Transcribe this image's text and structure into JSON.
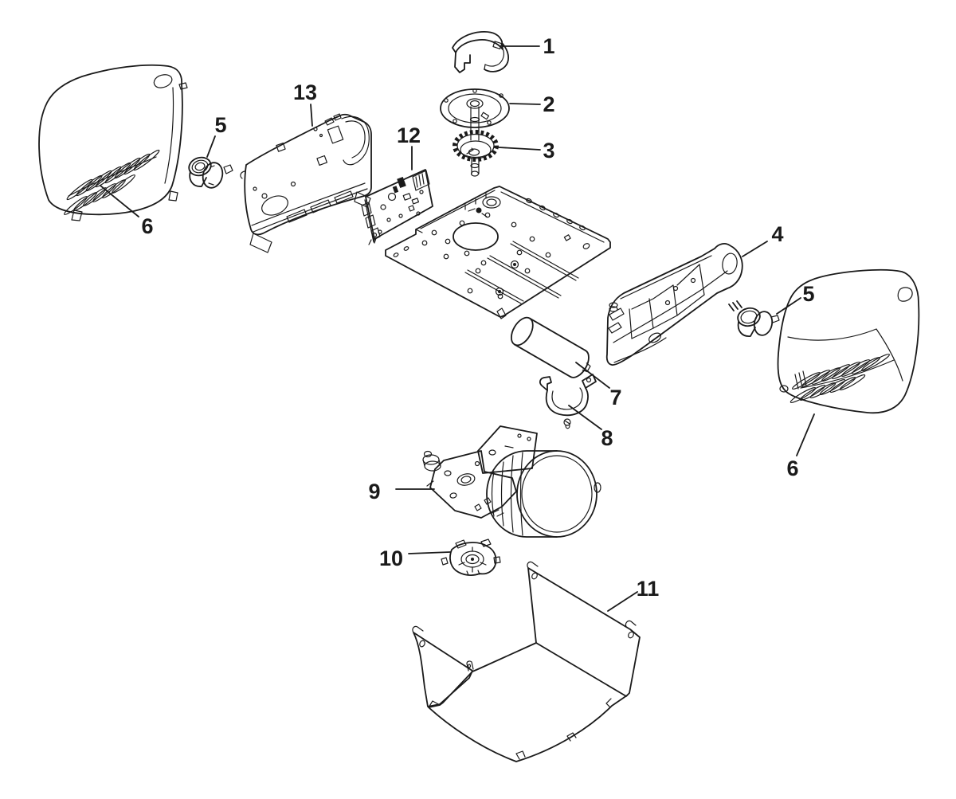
{
  "diagram": {
    "type": "exploded-parts-diagram",
    "subject": "garage-door-opener-power-head",
    "background": "#ffffff",
    "line_color": "#1a1a1a",
    "callouts": {
      "c1": {
        "label": "1",
        "part": "shaft-collar-clamp"
      },
      "c2": {
        "label": "2",
        "part": "drive-pulley-flange"
      },
      "c3": {
        "label": "3",
        "part": "helical-drive-gear"
      },
      "c4": {
        "label": "4",
        "part": "right-side-panel"
      },
      "c5a": {
        "label": "5",
        "part": "light-socket-left"
      },
      "c5b": {
        "label": "5",
        "part": "light-socket-right"
      },
      "c6a": {
        "label": "6",
        "part": "left-vented-end-cover"
      },
      "c6b": {
        "label": "6",
        "part": "right-vented-end-cover"
      },
      "c7": {
        "label": "7",
        "part": "capacitor"
      },
      "c8": {
        "label": "8",
        "part": "capacitor-strap"
      },
      "c9": {
        "label": "9",
        "part": "motor-assembly"
      },
      "c10": {
        "label": "10",
        "part": "rpm-sensor"
      },
      "c11": {
        "label": "11",
        "part": "bottom-cover-pan"
      },
      "c12": {
        "label": "12",
        "part": "circuit-board"
      },
      "c13": {
        "label": "13",
        "part": "left-side-panel"
      }
    }
  }
}
